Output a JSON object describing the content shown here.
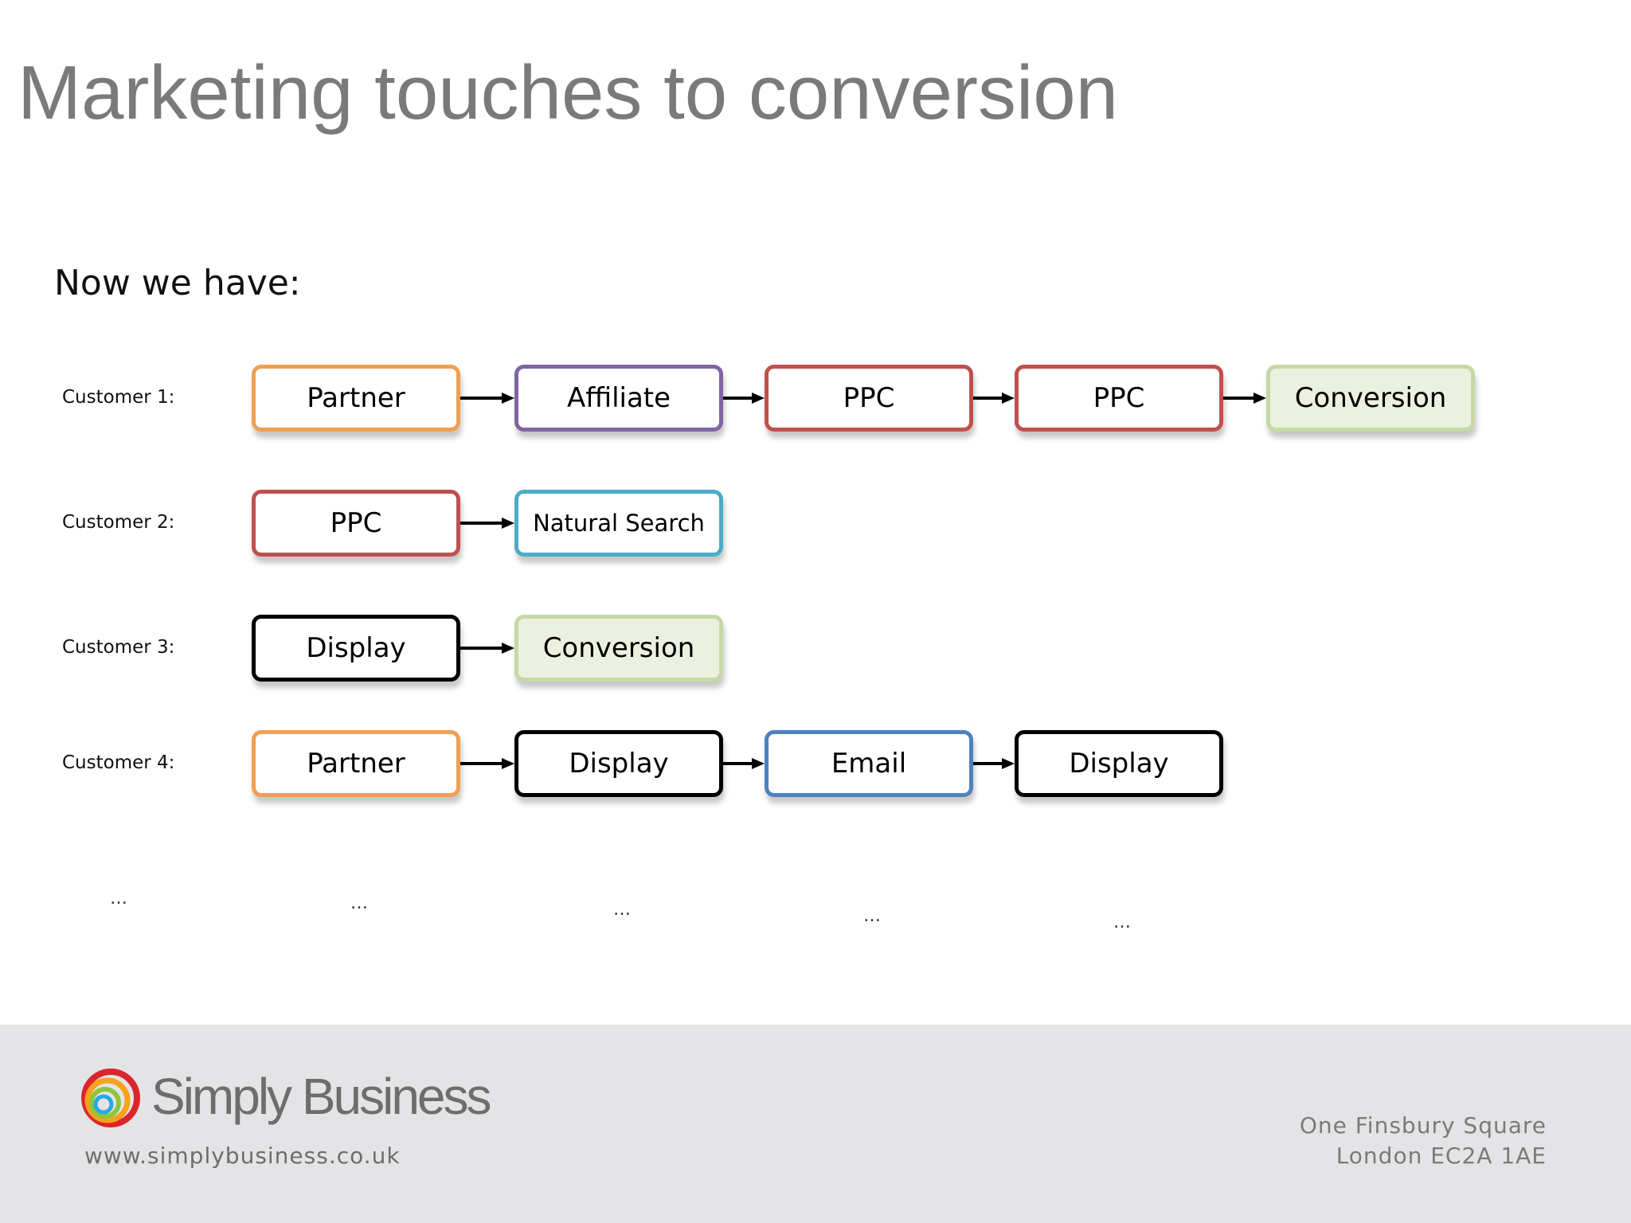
{
  "title": "Marketing touches to conversion",
  "subtitle": "Now we have:",
  "styles": {
    "partner": {
      "border": "#f0a050",
      "fill": "#ffffff",
      "font_size": 34
    },
    "affiliate": {
      "border": "#8064a2",
      "fill": "#ffffff",
      "font_size": 34
    },
    "ppc": {
      "border": "#c0504d",
      "fill": "#ffffff",
      "font_size": 34
    },
    "conversion": {
      "border": "#c6d9a5",
      "fill": "#ebf1de",
      "font_size": 34
    },
    "natural_search": {
      "border": "#4bacc6",
      "fill": "#ffffff",
      "font_size": 29
    },
    "display": {
      "border": "#000000",
      "fill": "#ffffff",
      "font_size": 34
    },
    "email": {
      "border": "#4f81bd",
      "fill": "#ffffff",
      "font_size": 34
    }
  },
  "customers": [
    {
      "label": "Customer 1:",
      "touches": [
        {
          "label": "Partner",
          "style": "partner"
        },
        {
          "label": "Affiliate",
          "style": "affiliate"
        },
        {
          "label": "PPC",
          "style": "ppc"
        },
        {
          "label": "PPC",
          "style": "ppc"
        },
        {
          "label": "Conversion",
          "style": "conversion"
        }
      ]
    },
    {
      "label": "Customer 2:",
      "touches": [
        {
          "label": "PPC",
          "style": "ppc"
        },
        {
          "label": "Natural Search",
          "style": "natural_search"
        }
      ]
    },
    {
      "label": "Customer 3:",
      "touches": [
        {
          "label": "Display",
          "style": "display"
        },
        {
          "label": "Conversion",
          "style": "conversion"
        }
      ]
    },
    {
      "label": "Customer 4:",
      "touches": [
        {
          "label": "Partner",
          "style": "partner"
        },
        {
          "label": "Display",
          "style": "display"
        },
        {
          "label": "Email",
          "style": "email"
        },
        {
          "label": "Display",
          "style": "display"
        }
      ]
    }
  ],
  "continuation": [
    "…",
    "…",
    "…",
    "…",
    "…"
  ],
  "footer": {
    "brand": "Simply Business",
    "url": "www.simplybusiness.co.uk",
    "address_line1": "One Finsbury Square",
    "address_line2": "London EC2A 1AE"
  }
}
